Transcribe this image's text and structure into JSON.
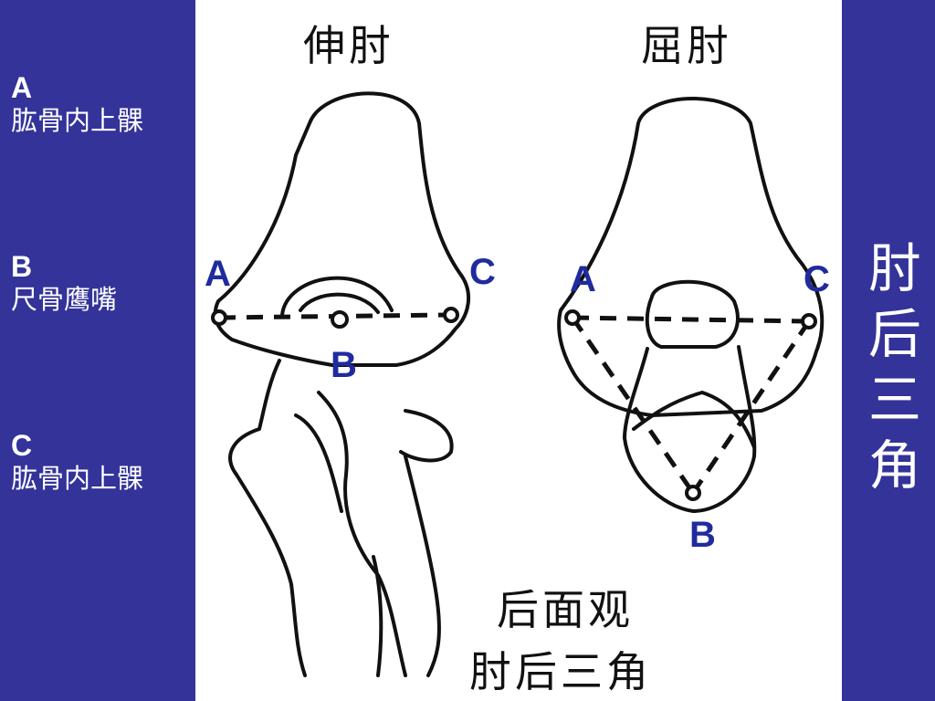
{
  "legend": [
    {
      "letter": "A",
      "text": "肱骨内上髁"
    },
    {
      "letter": "B",
      "text": "尺骨鹰嘴"
    },
    {
      "letter": "C",
      "text": "肱骨内上髁"
    }
  ],
  "figure": {
    "left_view_title": "伸肘",
    "right_view_title": "屈肘",
    "caption_line1": "后面观",
    "caption_line2": "肘后三角",
    "left_view_points": {
      "a": "A",
      "b": "B",
      "c": "C"
    },
    "right_view_points": {
      "a": "A",
      "b": "B",
      "c": "C"
    }
  },
  "side_title": [
    "肘",
    "后",
    "三",
    "角"
  ],
  "colors": {
    "background": "#333399",
    "figure_bg": "#ffffff",
    "point_label": "#1f2b9e",
    "legend_text": "#ffffff"
  }
}
